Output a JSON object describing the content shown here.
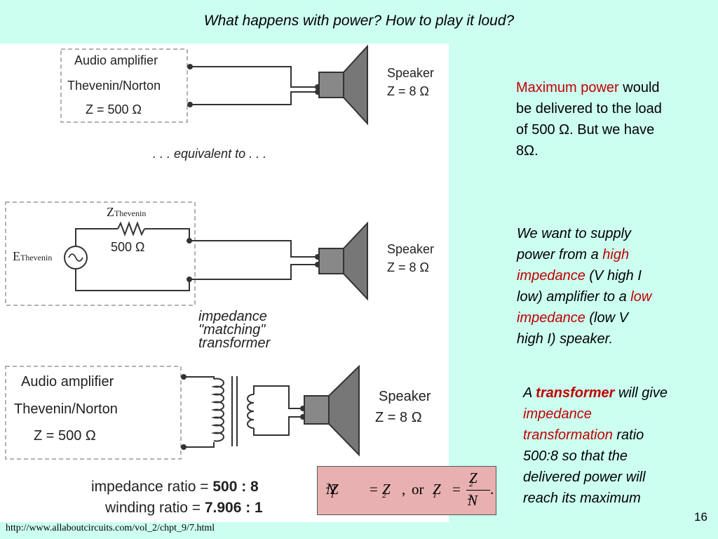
{
  "slide": {
    "title": "What happens with power? How to play it loud?",
    "url": "http://www.allaboutcircuits.com/vol_2/chpt_9/7.html",
    "page_number": "16"
  },
  "diagram": {
    "top": {
      "amp_line1": "Audio amplifier",
      "amp_line2": "Thevenin/Norton",
      "amp_line3": "Z = 500 Ω",
      "speaker_line1": "Speaker",
      "speaker_line2": "Z = 8 Ω"
    },
    "equivalent_label": ". . . equivalent to . . .",
    "middle": {
      "z_main": "Z",
      "z_sub": "Thevenin",
      "z_value": "500 Ω",
      "e_main": "E",
      "e_sub": "Thevenin",
      "speaker_line1": "Speaker",
      "speaker_line2": "Z = 8 Ω"
    },
    "transformer_label": [
      "impedance",
      "\"matching\"",
      "transformer"
    ],
    "bottom": {
      "amp_line1": "Audio amplifier",
      "amp_line2": "Thevenin/Norton",
      "amp_line3": "Z = 500 Ω",
      "speaker_line1": "Speaker",
      "speaker_line2": "Z = 8 Ω",
      "impedance_ratio_label": "impedance ratio = ",
      "impedance_ratio_value": "500 : 8",
      "winding_ratio_label": "winding ratio = ",
      "winding_ratio_value": "7.906 : 1"
    }
  },
  "equation": {
    "n": "N",
    "sq": "2",
    "z": "Z",
    "one": "1",
    "two": "2",
    "or": "or",
    "equals": "="
  },
  "text": {
    "block1": {
      "red": "Maximum power",
      "rest1": " would",
      "line2": "be delivered to the load",
      "line3": "of 500 Ω. But we have",
      "line4": "8Ω."
    },
    "block2": {
      "l1": "We want to supply",
      "l2a": "power from a ",
      "l2b": "high",
      "l3a": "impedance",
      "l3b": " (V high I",
      "l4a": "low) amplifier to a ",
      "l4b": "low",
      "l5a": "impedance",
      "l5b": " (low V",
      "l6": "high I) speaker."
    },
    "block3": {
      "l1a": "A ",
      "l1b": "transformer",
      "l1c": " will give",
      "l2": "impedance",
      "l3a": "transformation",
      "l3b": " ratio",
      "l4": "500:8 so that the",
      "l5": "delivered power will",
      "l6": "reach its maximum"
    }
  }
}
